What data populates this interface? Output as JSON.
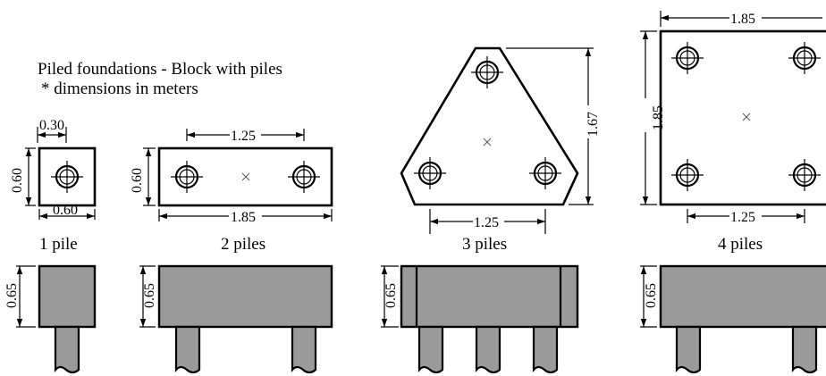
{
  "title": {
    "line1": "Piled foundations - Block with piles",
    "line2": "* dimensions in meters"
  },
  "diagrams": {
    "one_pile": {
      "caption": "1 pile",
      "dim_pile": "0.30",
      "dim_height": "0.60",
      "dim_width": "0.60",
      "dim_elevation": "0.65"
    },
    "two_piles": {
      "caption": "2 piles",
      "dim_spacing": "1.25",
      "dim_height": "0.60",
      "dim_length": "1.85",
      "dim_elevation": "0.65"
    },
    "three_piles": {
      "caption": "3 piles",
      "dim_height": "1.67",
      "dim_spacing": "1.25",
      "dim_elevation": "0.65"
    },
    "four_piles": {
      "caption": "4 piles",
      "dim_width": "1.85",
      "dim_height": "1.85",
      "dim_spacing": "1.25",
      "dim_elevation": "0.65"
    }
  }
}
